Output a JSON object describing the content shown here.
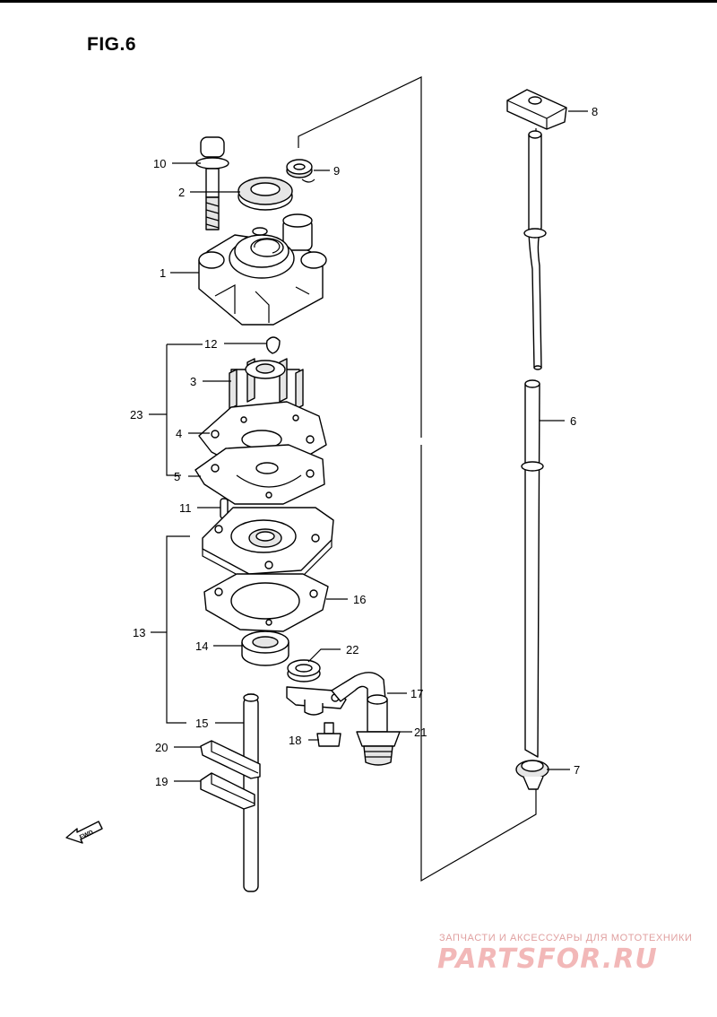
{
  "figure": {
    "title": "FIG.6"
  },
  "callouts": [
    {
      "id": "p1",
      "number": "1"
    },
    {
      "id": "p2",
      "number": "2"
    },
    {
      "id": "p3",
      "number": "3"
    },
    {
      "id": "p4",
      "number": "4"
    },
    {
      "id": "p5",
      "number": "5"
    },
    {
      "id": "p6",
      "number": "6"
    },
    {
      "id": "p7",
      "number": "7"
    },
    {
      "id": "p8",
      "number": "8"
    },
    {
      "id": "p9",
      "number": "9"
    },
    {
      "id": "p10",
      "number": "10"
    },
    {
      "id": "p11",
      "number": "11"
    },
    {
      "id": "p12",
      "number": "12"
    },
    {
      "id": "p13",
      "number": "13"
    },
    {
      "id": "p14",
      "number": "14"
    },
    {
      "id": "p15",
      "number": "15"
    },
    {
      "id": "p16",
      "number": "16"
    },
    {
      "id": "p17",
      "number": "17"
    },
    {
      "id": "p18",
      "number": "18"
    },
    {
      "id": "p19",
      "number": "19"
    },
    {
      "id": "p20",
      "number": "20"
    },
    {
      "id": "p21",
      "number": "21"
    },
    {
      "id": "p22",
      "number": "22"
    },
    {
      "id": "p23",
      "number": "23"
    }
  ],
  "direction_marker": {
    "text": "FWD",
    "icon": "arrow-left-icon"
  },
  "watermark": {
    "caption": "ЗАПЧАСТИ И АКСЕССУАРЫ ДЛЯ МОТОТЕХНИКИ",
    "logo": "PARTSFOR.RU",
    "color": "#f2b8b8"
  }
}
